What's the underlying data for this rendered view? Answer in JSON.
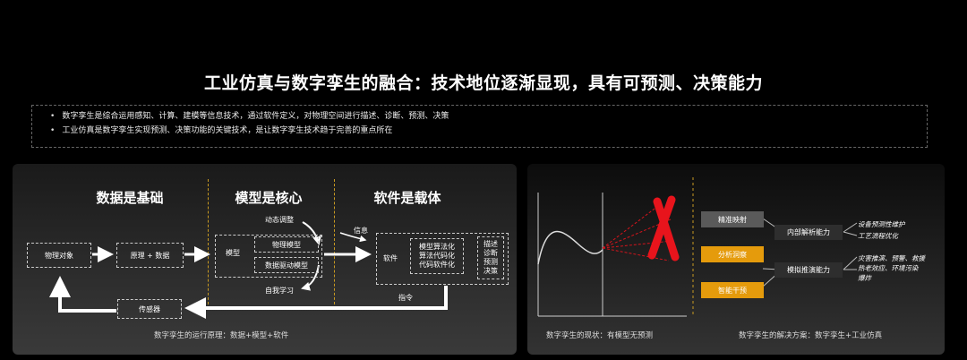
{
  "title": "工业仿真与数字孪生的融合：技术地位逐渐显现，具有可预测、决策能力",
  "bullets": [
    "数字孪生是综合运用感知、计算、建模等信息技术，通过软件定义，对物理空间进行描述、诊断、预测、决策",
    "工业仿真是数字孪生实现预测、决策功能的关键技术，是让数字孪生技术趋于完善的重点所在"
  ],
  "left_panel": {
    "sections": [
      "数据是基础",
      "模型是核心",
      "软件是载体"
    ],
    "physical_object": "物理对象",
    "principle_data": "原理 + 数据",
    "model_label": "模型",
    "physical_model": "物理模型",
    "data_driven_model": "数据驱动模型",
    "dynamic_adjust": "动态调整",
    "self_learning": "自我学习",
    "info": "信息",
    "software": "软件",
    "algo_lines": [
      "模型算法化",
      "算法代码化",
      "代码软件化"
    ],
    "functions": [
      "描述",
      "诊断",
      "预测",
      "决策"
    ],
    "command": "指令",
    "sensor": "传感器",
    "caption": "数字孪生的运行原理：数据+模型+软件"
  },
  "right_panel": {
    "left_caption": "数字孪生的现状：有模型无预测",
    "right_caption": "数字孪生的解决方案：数字孪生+工业仿真",
    "stages": [
      "精准映射",
      "分析洞察",
      "智能干预"
    ],
    "capabilities": [
      "内部解析能力",
      "模拟推演能力"
    ],
    "outcomes_1": [
      "设备预测性维护",
      "工艺流程优化"
    ],
    "outcomes_2": [
      "灾害推演、预警、救援",
      "热老效应、环境污染"
    ],
    "outcomes_2_line3": "爆炸",
    "colors": {
      "stage_gray": "#5a5a5a",
      "stage_orange": "#e59b0c",
      "cross_red": "#e8141c"
    }
  }
}
